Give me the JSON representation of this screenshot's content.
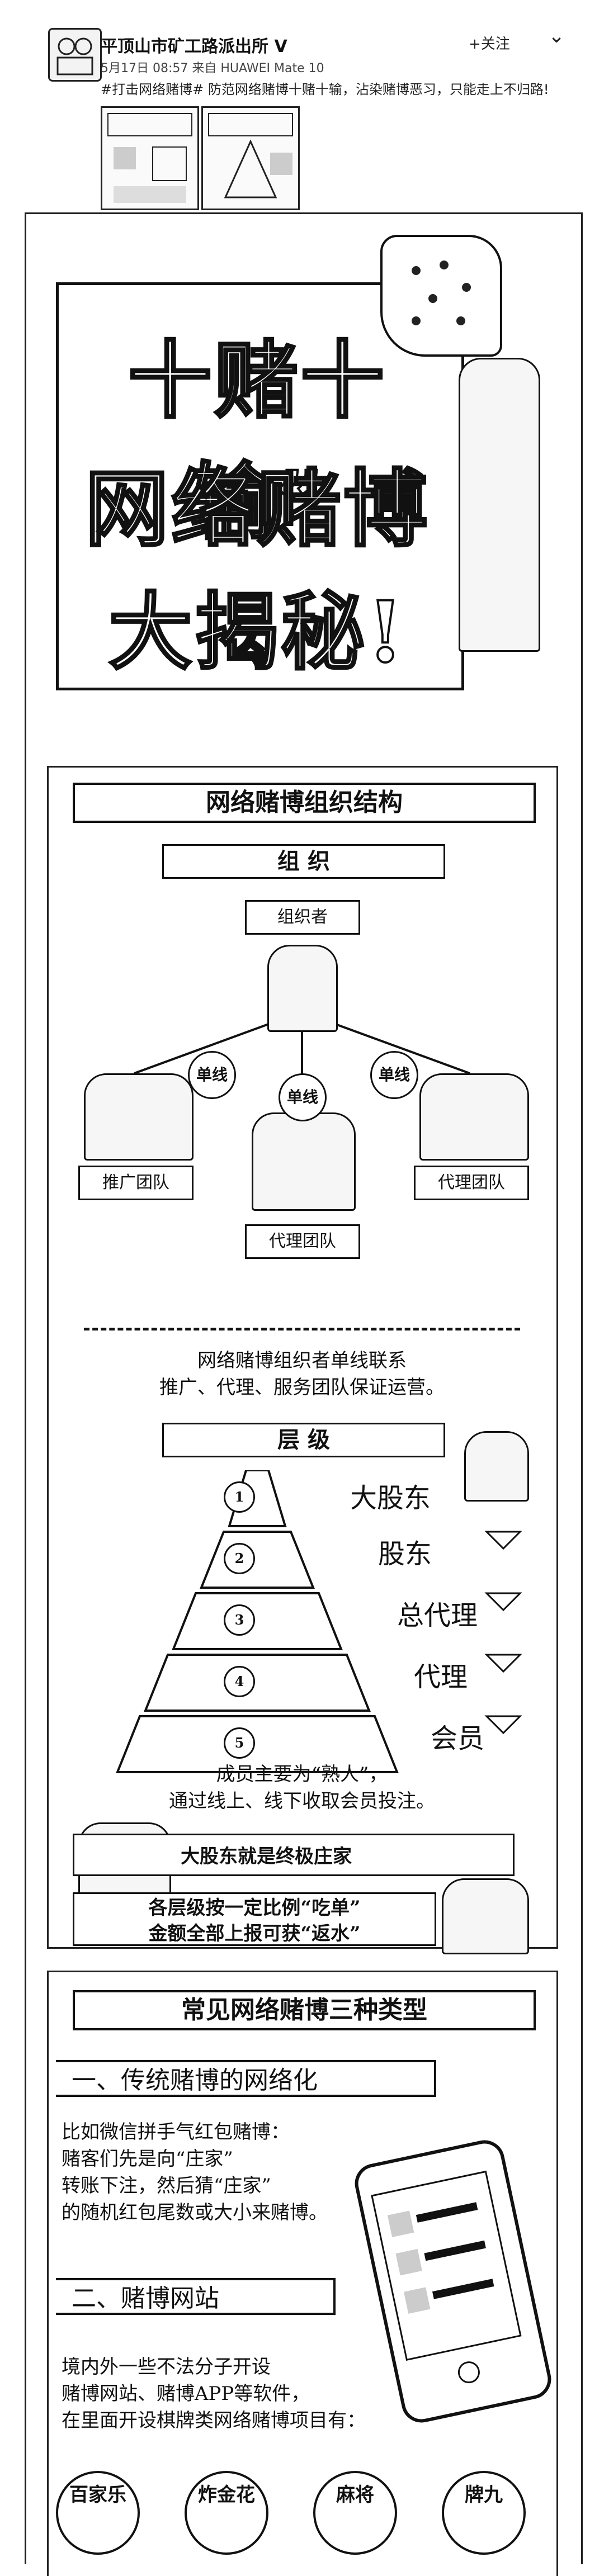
{
  "post": {
    "username": "平顶山市矿工路派出所",
    "verified_mark": "V",
    "meta": "5月17日 08:57 来自 HUAWEI Mate 10",
    "text": "#打击网络赌博# 防范网络赌博十赌十输，沾染赌博恶习，只能走上不归路!",
    "follow_label": "+关注",
    "menu_icon": "chevron-down-icon"
  },
  "banner": {
    "line1": "十赌十输”",
    "line2": "网络赌博",
    "line3": "大揭秘!"
  },
  "structure": {
    "heading": "网络赌博组织结构",
    "org_heading": "组  织",
    "organizer": "组织者",
    "single_line": "单线",
    "promo_team": "推广团队",
    "agent_team_right": "代理团队",
    "agent_team_bottom": "代理团队",
    "desc": [
      "网络赌博组织者单线联系",
      "推广、代理、服务团队保证运营。"
    ],
    "level_heading": "层  级",
    "levels": [
      {
        "num": "1",
        "name": "大股东"
      },
      {
        "num": "2",
        "name": "股东"
      },
      {
        "num": "3",
        "name": "总代理"
      },
      {
        "num": "4",
        "name": "代理"
      },
      {
        "num": "5",
        "name": "会员"
      }
    ],
    "member_desc": [
      "成员主要为“熟人”，",
      "通过线上、线下收取会员投注。"
    ],
    "boss_note": "大股东就是终极庄家",
    "rebate_note": [
      "各层级按一定比例“吃单”",
      "金额全部上报可获“返水”"
    ]
  },
  "types": {
    "heading": "常见网络赌博三种类型",
    "type1_title": "一、传统赌博的网络化",
    "type1_text": [
      "比如微信拼手气红包赌博：",
      "赌客们先是向“庄家”",
      "转账下注，然后猜“庄家”",
      "的随机红包尾数或大小来赌博。"
    ],
    "type2_title": "二、赌博网站",
    "type2_text": [
      "境内外一些不法分子开设",
      "赌博网站、赌博APP等软件，",
      "在里面开设棋牌类网络赌博项目有："
    ],
    "games": [
      "百家乐",
      "炸金花",
      "麻将",
      "牌九"
    ]
  }
}
